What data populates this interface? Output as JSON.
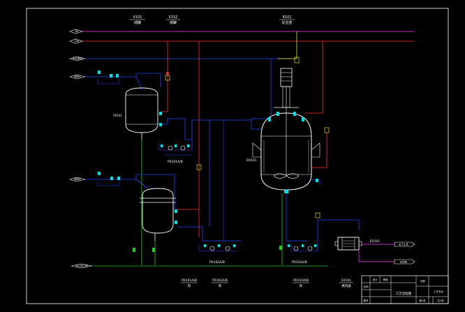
{
  "top_tags": {
    "t1": {
      "id": "V101",
      "name": "储罐"
    },
    "t2": {
      "id": "V102",
      "name": "储罐"
    },
    "t3": {
      "id": "R101",
      "name": "反应釜"
    }
  },
  "line_labels": {
    "l1": "N2",
    "l2": "CW",
    "l3": "来自原料",
    "l4": "原料A",
    "l5": "原料B",
    "l6": "去公用工程"
  },
  "equipment_labels": {
    "v101": "V0101",
    "r101": "R0101",
    "pump1": "P0101A/B",
    "pump2": "P0102A/B",
    "pump3": "P0103A/B",
    "exchanger": "E0101"
  },
  "right_outlets": {
    "o1": "去下工序",
    "o2": "去回收"
  },
  "bottom_tags": {
    "b1": {
      "id": "P0101A/B",
      "name": "泵"
    },
    "b2": {
      "id": "P0102A/B",
      "name": "泵"
    },
    "b3": {
      "id": "P0103A/B",
      "name": "泵"
    },
    "b4": {
      "id": "E0101",
      "name": "换热器"
    }
  },
  "title_block": {
    "title": "工艺流程图",
    "c1": "设计",
    "c2": "审核",
    "c3": "比例",
    "c4": "图号",
    "c5": "日期",
    "c6": "工艺专业",
    "c7": "第1张",
    "c8": "共1张"
  },
  "colors": {
    "frame": "#ffffff",
    "process": "#2244ff",
    "steam": "#ff3030",
    "water": "#22cc22",
    "text": "#ffffff",
    "cyan": "#00e0e0",
    "magenta": "#ff40ff",
    "yellow": "#ffff33"
  }
}
